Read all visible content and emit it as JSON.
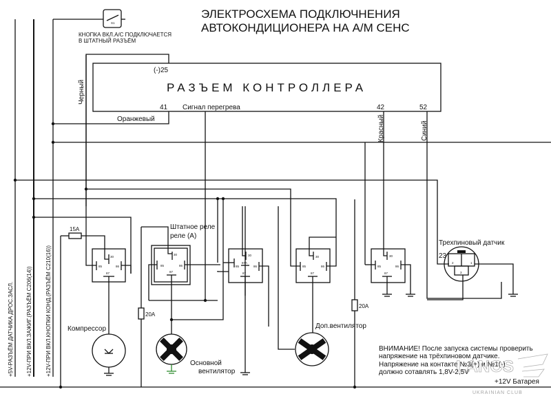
{
  "title": {
    "line1": "ЭЛЕКТРОСХЕМА ПОДКЛЮЧНЕНИЯ",
    "line2": "АВТОКОНДИЦИОНЕРА НА А/М СЕНС"
  },
  "switch": {
    "label": "S1",
    "caption_line1": "КНОПКА ВКЛ.А/С ПОДКЛЮЧАЕТСЯ",
    "caption_line2": "В ШТАТНЫЙ РАЗЪЁМ"
  },
  "controller": {
    "name": "РАЗЪЕМ КОНТРОЛЛЕРА",
    "pin_25": "(-)25",
    "pin_41": "41",
    "pin_42": "42",
    "pin_52": "52",
    "signal_label": "Сигнал перегрева"
  },
  "wire_colors": {
    "black": "Черный",
    "orange": "Оранжевый",
    "red": "Красный",
    "blue": "Синий"
  },
  "supply_lines": [
    "+5V-РАЗЪЁМ ДАТЧИКА ДРОС.ЗАСЛ.",
    "+12V-ПРИ ВКЛ.ЗАЖИГ.(РАЗЪЁМ С206(14))",
    "+12V-ПРИ ВКЛ.КНОПКИ КОНД.(РАЗЪЁМ С210(16))"
  ],
  "fuses": [
    "15A",
    "20A",
    "20A"
  ],
  "relays": [
    {
      "pins": [
        "30",
        "85",
        "86",
        "87"
      ]
    },
    {
      "title_line1": "Штатное реле",
      "title_line2": "реле (А)",
      "pins": [
        "30",
        "85",
        "86",
        "87"
      ]
    },
    {
      "pins": [
        "30",
        "85",
        "87A",
        "86",
        "87"
      ]
    },
    {
      "pins": [
        "30",
        "85",
        "86",
        "87"
      ]
    },
    {
      "pins": [
        "30",
        "85",
        "86",
        "87"
      ]
    }
  ],
  "components": {
    "compressor": "Компрессор",
    "main_fan_line1": "Основной",
    "main_fan_line2": "вентилятор",
    "aux_fan": "Доп.вентилятор",
    "sensor": "Трехпиновый датчик",
    "sensor_pin_23": "23",
    "sensor_pin_1": "1",
    "sensor_pin_2": "2",
    "sensor_pin_3": "3"
  },
  "warning": {
    "line1": "ВНИМАНИЕ! После запуска системы проверить",
    "line2": "напряжение на трёхпиновом датчике.",
    "line3": "Напряжение на контакте №3(+) и №1(-)",
    "line4": "должно сотавлять 1,8V-2,5V"
  },
  "battery_label": "+12V Батарея",
  "watermark": {
    "brand": "LANOS",
    "sub": "UKRAINIAN CLUB"
  },
  "colors": {
    "wire": "#111111",
    "ground_green": "#2e8b2e",
    "watermark": "#999999"
  }
}
